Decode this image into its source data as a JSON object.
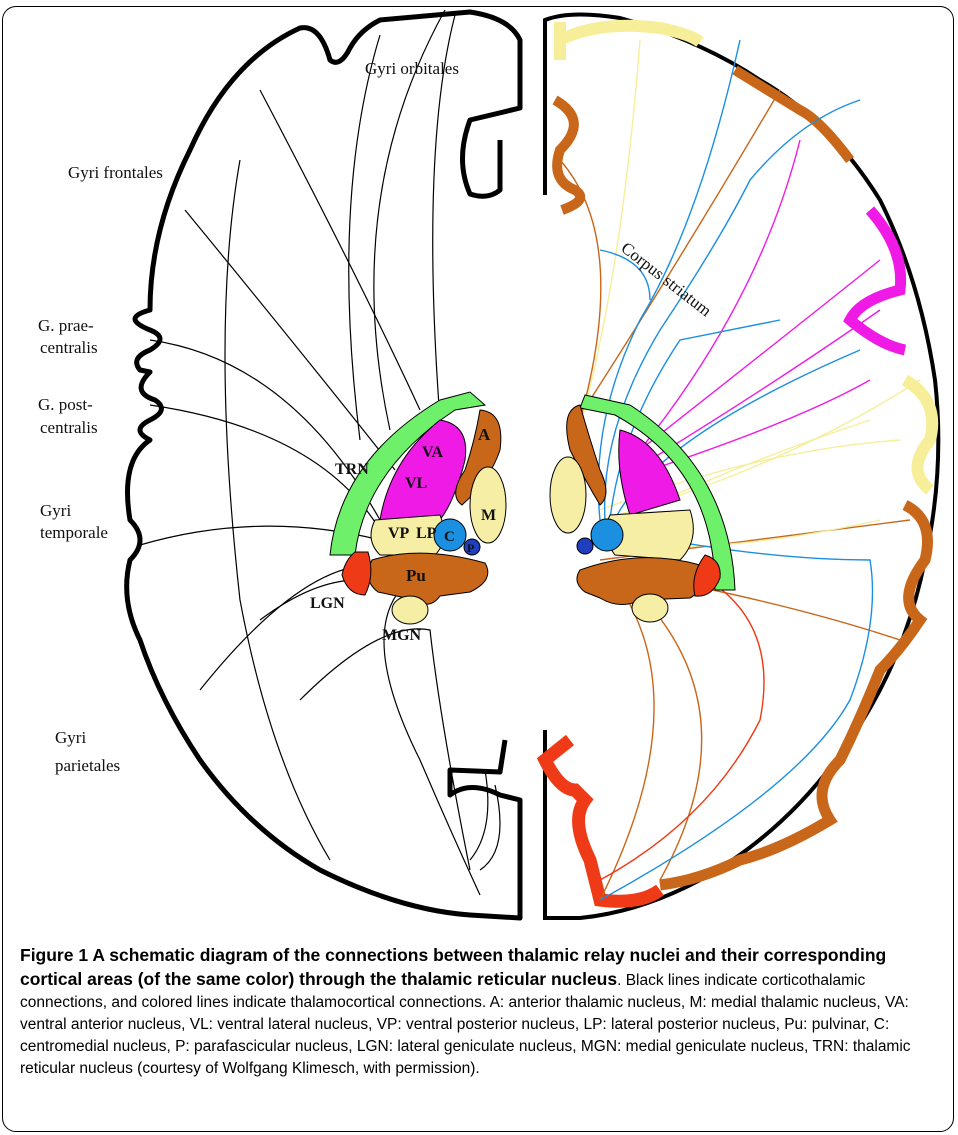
{
  "labels": {
    "gyri_orbitales": "Gyri orbitales",
    "gyri_frontales": "Gyri frontales",
    "g_praecentralis_1": "G. prae-",
    "g_praecentralis_2": "centralis",
    "g_postcentralis_1": "G. post-",
    "g_postcentralis_2": "centralis",
    "gyri_temporale_1": "Gyri",
    "gyri_temporale_2": "temporale",
    "gyri_parietales_1": "Gyri",
    "gyri_parietales_2": "parietales",
    "corpus_striatum": "Corpus striatum"
  },
  "nuclei": {
    "A": "A",
    "M": "M",
    "VA": "VA",
    "VL": "VL",
    "VP": "VP",
    "LP": "LP",
    "C": "C",
    "P": "P",
    "Pu": "Pu",
    "LGN": "LGN",
    "MGN": "MGN",
    "TRN": "TRN"
  },
  "colors": {
    "A": "#c8661a",
    "M": "#f7eea6",
    "VA_VL": "#ef1ae6",
    "VP_LP": "#f7eea6",
    "C": "#1b8fe0",
    "P": "#1f3fbf",
    "Pu": "#c8661a",
    "LGN": "#ee3a16",
    "MGN": "#f7eea6",
    "TRN": "#6ef06a",
    "cortex_outline": "#000000"
  },
  "caption": {
    "figure_label": "Figure 1",
    "title": "A schematic diagram of the connections between thalamic relay nuclei and their corresponding cortical areas (of the same color) through the thalamic reticular nucleus",
    "body": ". Black lines indicate corticothalamic connections, and colored lines indicate thalamocortical connections. A: anterior thalamic nucleus, M: medial thalamic nucleus, VA: ventral anterior nucleus, VL: ventral lateral nucleus, VP: ventral posterior nucleus, LP: lateral posterior nucleus, Pu: pulvinar, C: centromedial nucleus, P: parafascicular nucleus, LGN: lateral geniculate nucleus, MGN: medial geniculate nucleus, TRN: thalamic reticular nucleus (courtesy of Wolfgang Klimesch, with permission)."
  }
}
